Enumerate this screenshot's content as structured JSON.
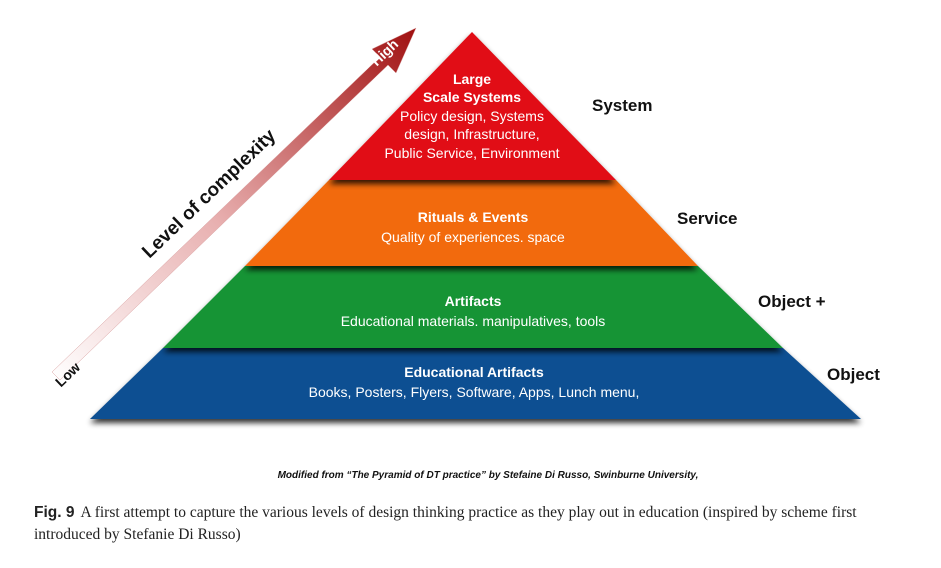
{
  "colors": {
    "level_system": "#e10d14",
    "level_service": "#f26b0f",
    "level_object_plus": "#159436",
    "level_object": "#0b4f92",
    "arrow_dark": "#a01010",
    "arrow_light": "#ffffff"
  },
  "pyramid": {
    "levels": [
      {
        "title_lines": [
          "Large",
          "Scale Systems"
        ],
        "body_lines": [
          "Policy design, Systems",
          "design, Infrastructure,",
          "Public Service, Environment"
        ],
        "side_label": "System"
      },
      {
        "title_lines": [
          "Rituals & Events"
        ],
        "body_lines": [
          "Quality of experiences. space"
        ],
        "side_label": "Service"
      },
      {
        "title_lines": [
          "Artifacts"
        ],
        "body_lines": [
          "Educational materials. manipulatives, tools"
        ],
        "side_label": "Object +"
      },
      {
        "title_lines": [
          "Educational Artifacts"
        ],
        "body_lines": [
          "Books, Posters, Flyers, Software, Apps, Lunch menu,"
        ],
        "side_label": "Object"
      }
    ]
  },
  "arrow": {
    "label": "Level of complexity",
    "high_label": "High",
    "low_label": "Low"
  },
  "source_note": "Modified from “The Pyramid of DT practice” by Stefaine Di Russo, Swinburne University,",
  "caption": {
    "fig_number": "Fig. 9",
    "text": "A first attempt to capture the various levels of design thinking practice as they play out in education (inspired by scheme first introduced by Stefanie Di Russo)"
  }
}
